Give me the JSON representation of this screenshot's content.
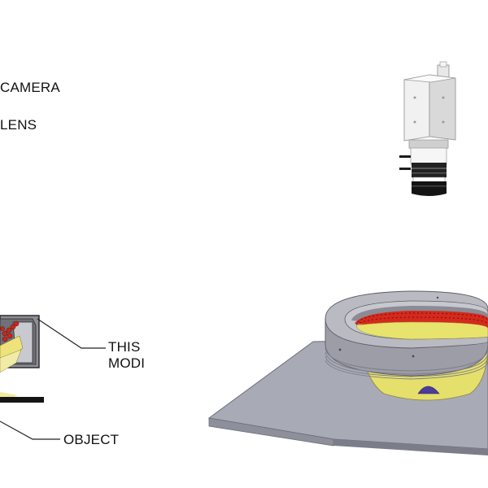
{
  "labels": {
    "camera": "CAMERA",
    "lens": "LENS",
    "this_line1": "THIS",
    "this_line2": "MODI",
    "object": "OBJECT"
  },
  "colors": {
    "housing": "#a9aab0",
    "led_red": "#d42a1e",
    "diffuser_yellow": "#e7e36a",
    "plate": "#a7a9b4",
    "lens_black": "#1a1a1a",
    "camera_body": "#f2f2f2"
  }
}
